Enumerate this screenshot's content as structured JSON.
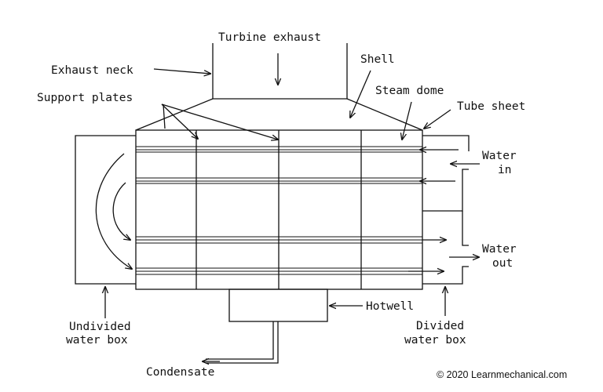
{
  "labels": {
    "turbine_exhaust": "Turbine exhaust",
    "exhaust_neck": "Exhaust neck",
    "shell": "Shell",
    "support_plates": "Support plates",
    "steam_dome": "Steam dome",
    "tube_sheet": "Tube sheet",
    "water_in_1": "Water",
    "water_in_2": "in",
    "water_out_1": "Water",
    "water_out_2": "out",
    "hotwell": "Hotwell",
    "undivided_1": "Undivided",
    "undivided_2": "water box",
    "divided_1": "Divided",
    "divided_2": "water box",
    "condensate": "Condensate"
  },
  "credit": "© 2020 Learnmechanical.com"
}
